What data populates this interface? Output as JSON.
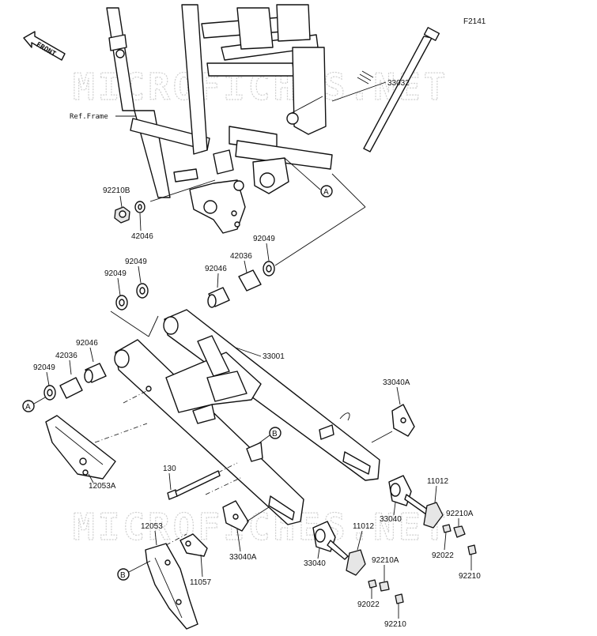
{
  "watermark": {
    "text": "MICROFICHES.NET",
    "text2": "MICROFICHES.NET"
  },
  "figure_id": "F2141",
  "front_arrow": {
    "label": "FRONT"
  },
  "ref_frame": "Ref.Frame",
  "refs": {
    "a_top": "A",
    "a_left": "A",
    "b_mid": "B",
    "b_bottom": "B"
  },
  "parts": {
    "p33032": "33032",
    "p92210B": "92210B",
    "p42046": "42046",
    "p92049_r": "92049",
    "p42036_r": "42036",
    "p92046_r": "92046",
    "p92049_m1": "92049",
    "p92049_m2": "92049",
    "p33001": "33001",
    "p92046_l": "92046",
    "p42036_l": "42036",
    "p92049_l": "92049",
    "p33040A_r": "33040A",
    "p130": "130",
    "p12053A": "12053A",
    "p11012_r": "11012",
    "p92210A_r": "92210A",
    "p33040_r": "33040",
    "p92022_r": "92022",
    "p92210_r": "92210",
    "p12053": "12053",
    "p33040A_l": "33040A",
    "p11012_l": "11012",
    "p92210A_l": "92210A",
    "p33040_l": "33040",
    "p11057": "11057",
    "p92022_l": "92022",
    "p92210_l": "92210"
  },
  "colors": {
    "line": "#111111",
    "watermark": "#cfcfcf",
    "background": "#ffffff"
  }
}
